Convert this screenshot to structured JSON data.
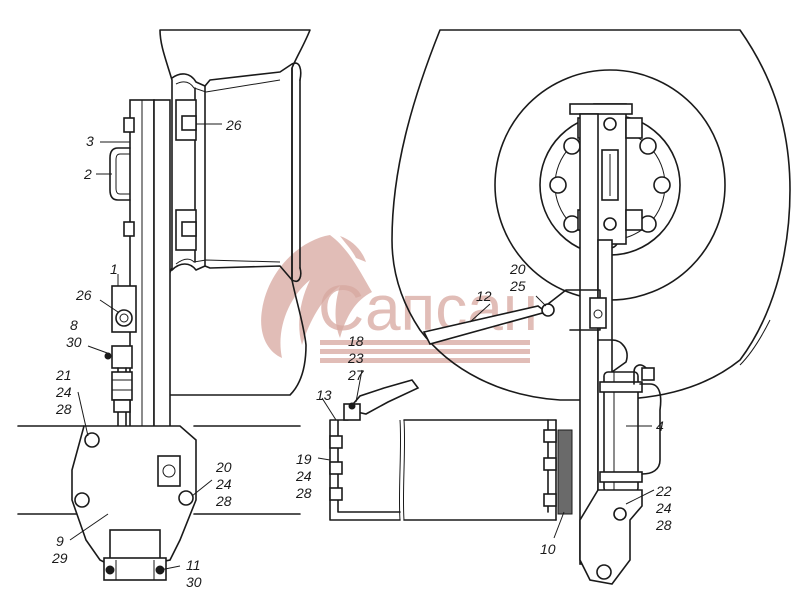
{
  "watermark": {
    "text": "Сапсан",
    "color": "#d7a8a0"
  },
  "labels": {
    "l26a": "26",
    "l3": "3",
    "l2": "2",
    "l1": "1",
    "l26b": "26",
    "l8": "8",
    "l30a": "30",
    "l21": "21",
    "l24a": "24",
    "l28a": "28",
    "l20a": "20",
    "l24b": "24",
    "l28b": "28",
    "l9": "9",
    "l29": "29",
    "l11": "11",
    "l30b": "30",
    "l20b": "20",
    "l25": "25",
    "l12": "12",
    "l18": "18",
    "l23": "23",
    "l27": "27",
    "l13": "13",
    "l19": "19",
    "l24c": "24",
    "l28c": "28",
    "l4": "4",
    "l22": "22",
    "l24d": "24",
    "l28d": "28",
    "l10": "10"
  }
}
